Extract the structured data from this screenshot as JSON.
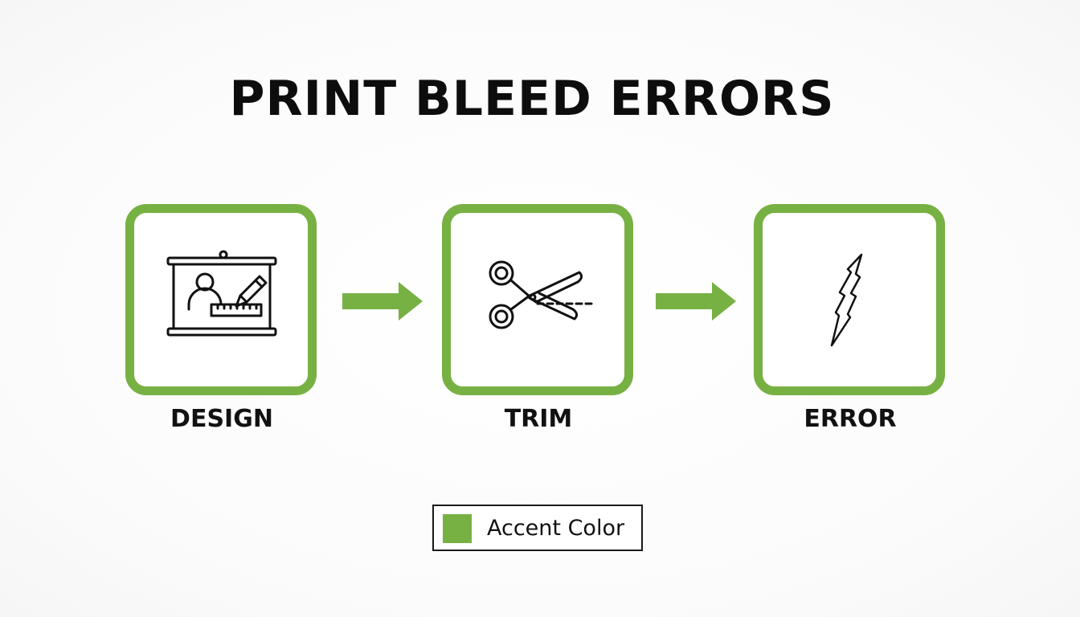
{
  "title": "PRINT BLEED ERRORS",
  "accent_color": "#77b143",
  "steps": [
    {
      "label": "DESIGN",
      "icon": "design-board-icon"
    },
    {
      "label": "TRIM",
      "icon": "scissors-icon"
    },
    {
      "label": "ERROR",
      "icon": "tear-icon"
    }
  ],
  "legend": {
    "label": "Accent Color",
    "color": "#77b143"
  }
}
